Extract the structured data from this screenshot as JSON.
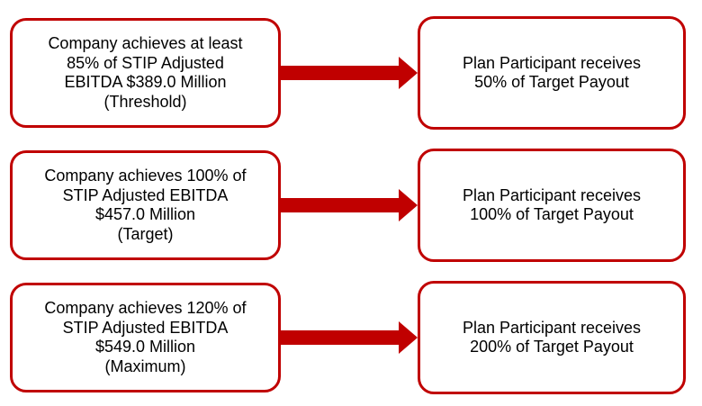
{
  "colors": {
    "accent": "#C00000",
    "text": "#000000",
    "background": "#FFFFFF"
  },
  "rows": [
    {
      "condition": "Company achieves at least\n85% of STIP Adjusted\nEBITDA $389.0 Million\n(Threshold)",
      "result": "Plan Participant receives\n50% of Target Payout"
    },
    {
      "condition": "Company achieves 100% of\nSTIP Adjusted EBITDA\n$457.0 Million\n(Target)",
      "result": "Plan Participant receives\n100% of Target Payout"
    },
    {
      "condition": "Company achieves 120% of\nSTIP Adjusted EBITDA\n$549.0 Million\n(Maximum)",
      "result": "Plan Participant receives\n200% of Target Payout"
    }
  ]
}
